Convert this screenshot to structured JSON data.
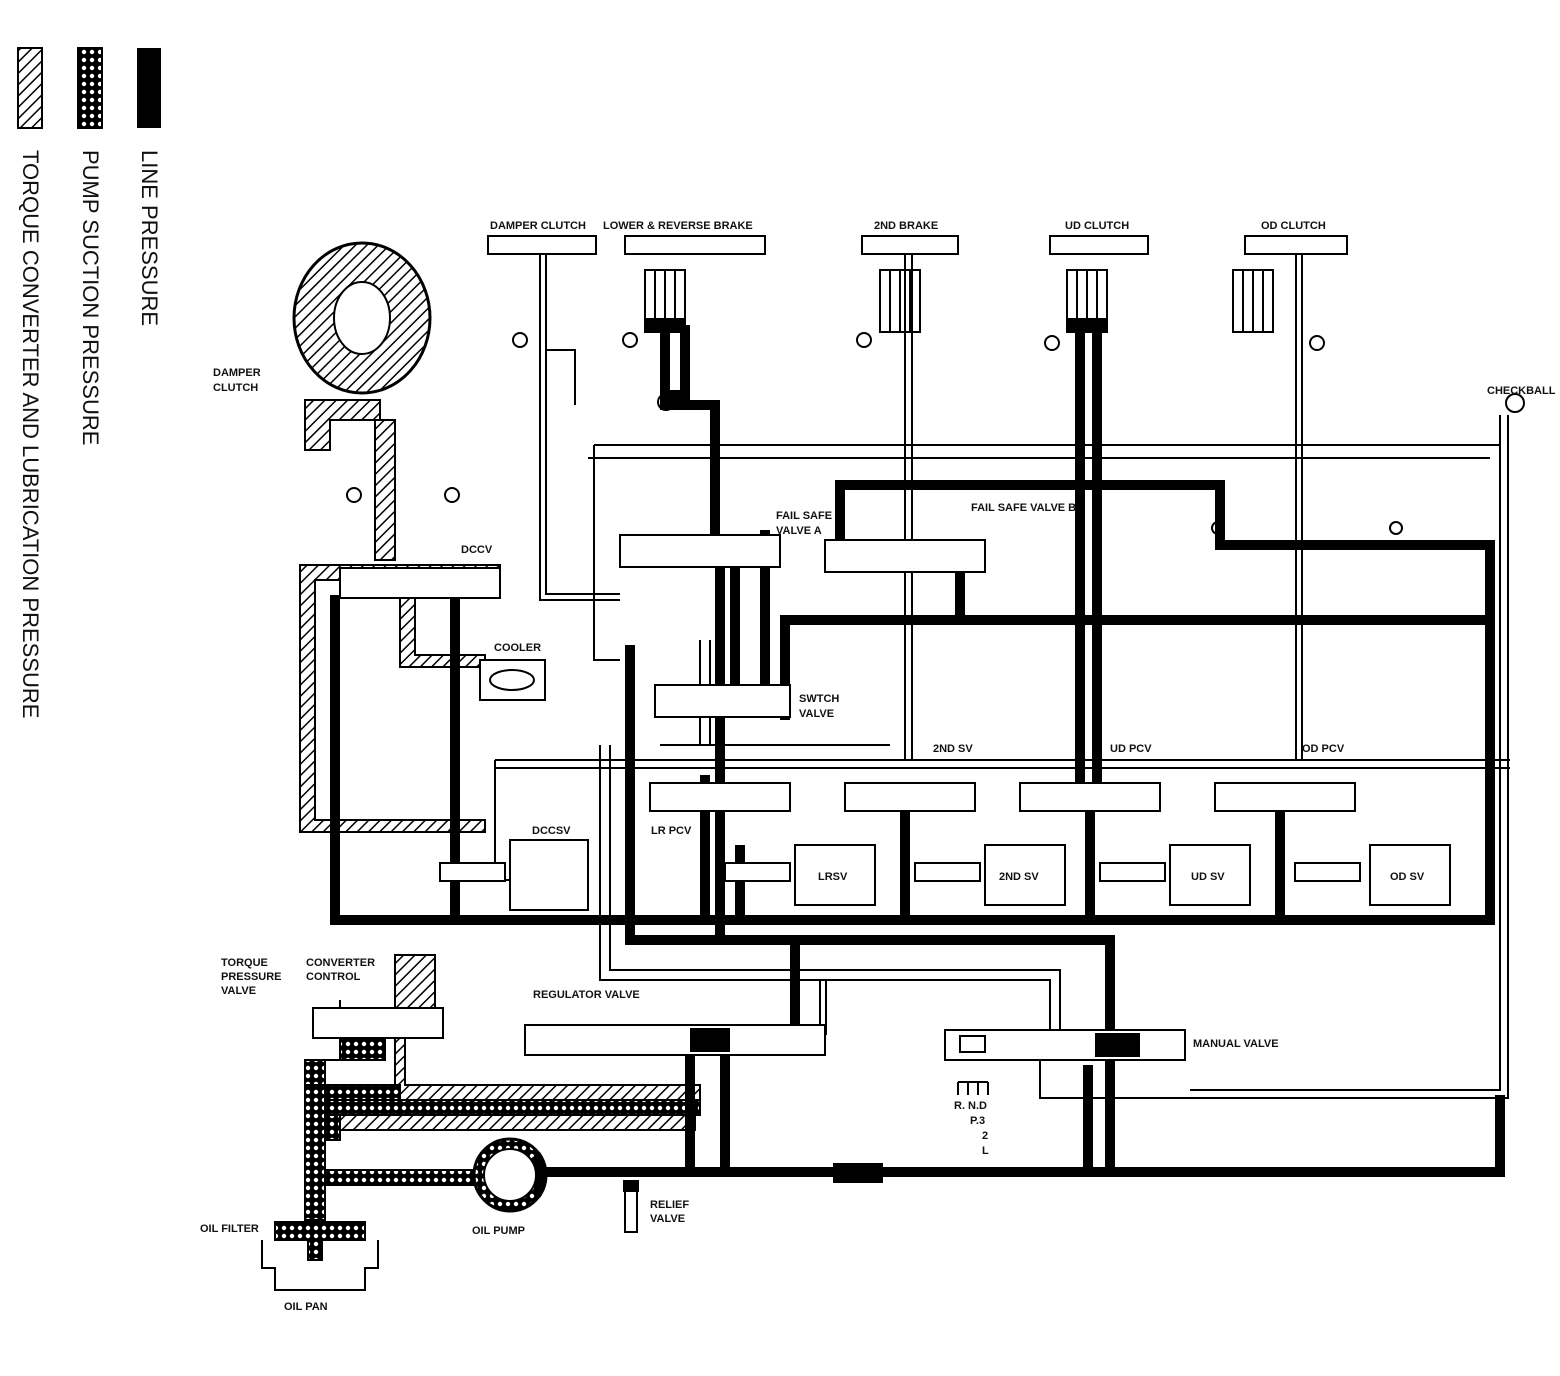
{
  "legend": {
    "line_pressure": "LINE PRESSURE",
    "pump_suction": "PUMP SUCTION PRESSURE",
    "torque_converter": "TORQUE CONVERTER AND LUBRICATION PRESSURE"
  },
  "labels": {
    "damper_clutch_top": "DAMPER CLUTCH",
    "lower_reverse_brake": "LOWER & REVERSE BRAKE",
    "second_brake": "2ND BRAKE",
    "ud_clutch": "UD CLUTCH",
    "od_clutch": "OD CLUTCH",
    "checkball": "CHECKBALL",
    "damper_clutch_1": "DAMPER",
    "damper_clutch_2": "CLUTCH",
    "dccv": "DCCV",
    "fail_safe_a_1": "FAIL SAFE",
    "fail_safe_a_2": "VALVE A",
    "fail_safe_b": "FAIL SAFE VALVE B",
    "cooler": "COOLER",
    "switch_valve_1": "SWTCH",
    "switch_valve_2": "VALVE",
    "second_sv_top": "2ND SV",
    "ud_pcv": "UD PCV",
    "od_pcv": "OD PCV",
    "dccsv": "DCCSV",
    "lr_pcv": "LR PCV",
    "lrsv": "LRSV",
    "second_sv": "2ND SV",
    "ud_sv": "UD SV",
    "od_sv": "OD SV",
    "torque_pressure_1": "TORQUE",
    "torque_pressure_2": "PRESSURE",
    "torque_pressure_3": "VALVE",
    "converter_control_1": "CONVERTER",
    "converter_control_2": "CONTROL",
    "regulator_valve": "REGULATOR VALVE",
    "manual_valve": "MANUAL VALVE",
    "gear_1": "R. N.D",
    "gear_2": "P.3",
    "gear_3": "2",
    "gear_4": "L",
    "relief_1": "RELIEF",
    "relief_2": "VALVE",
    "oil_filter": "OIL FILTER",
    "oil_pump": "OIL PUMP",
    "oil_pan": "OIL PAN"
  }
}
